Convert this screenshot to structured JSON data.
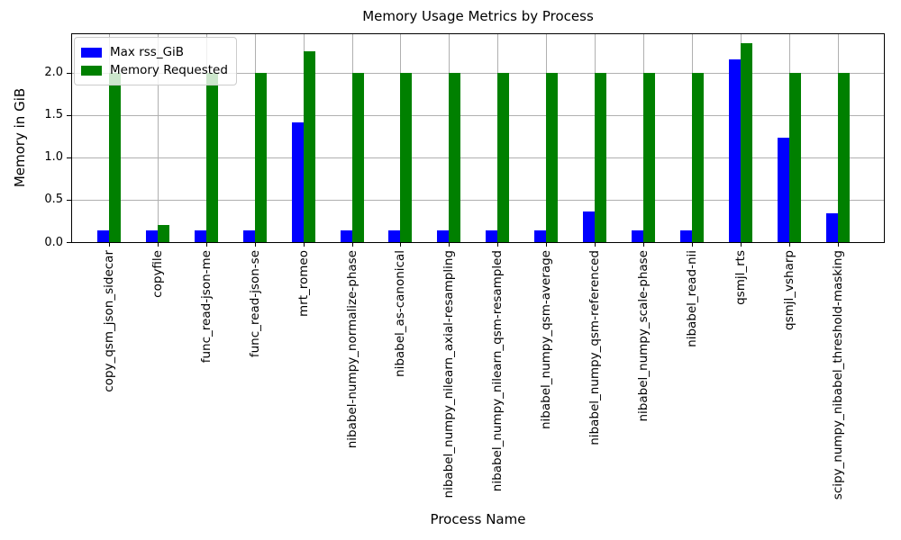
{
  "chart_data": {
    "type": "bar",
    "title": "Memory Usage Metrics by Process",
    "xlabel": "Process Name",
    "ylabel": "Memory in GiB",
    "categories": [
      "copy_qsm_json_sidecar",
      "copyfile",
      "func_read-json-me",
      "func_read-json-se",
      "mrt_romeo",
      "nibabel-numpy_normalize-phase",
      "nibabel_as-canonical",
      "nibabel_numpy_nilearn_axial-resampling",
      "nibabel_numpy_nilearn_qsm-resampled",
      "nibabel_numpy_qsm-average",
      "nibabel_numpy_qsm-referenced",
      "nibabel_numpy_scale-phase",
      "nibabel_read-nii",
      "qsmjl_rts",
      "qsmjl_vsharp",
      "scipy_numpy_nibabel_threshold-masking"
    ],
    "series": [
      {
        "name": "Max rss_GiB",
        "color": "#0000ff",
        "values": [
          0.14,
          0.14,
          0.14,
          0.14,
          1.41,
          0.14,
          0.14,
          0.14,
          0.14,
          0.14,
          0.36,
          0.14,
          0.14,
          2.15,
          1.23,
          0.34
        ]
      },
      {
        "name": "Memory Requested",
        "color": "#008000",
        "values": [
          2.0,
          0.2,
          2.0,
          2.0,
          2.25,
          2.0,
          2.0,
          2.0,
          2.0,
          2.0,
          2.0,
          2.0,
          2.0,
          2.35,
          2.0,
          2.0
        ]
      }
    ],
    "ylim": [
      0,
      2.47
    ],
    "yticks": [
      0.0,
      0.5,
      1.0,
      1.5,
      2.0
    ],
    "ytick_labels": [
      "0.0",
      "0.5",
      "1.0",
      "1.5",
      "2.0"
    ],
    "grid": true,
    "legend_position": "upper-left"
  },
  "colors": {
    "background": "#ffffff",
    "grid": "#b0b0b0",
    "spine": "#000000",
    "text": "#000000",
    "legend_border": "#cccccc",
    "legend_background": "rgba(255,255,255,0.8)"
  }
}
